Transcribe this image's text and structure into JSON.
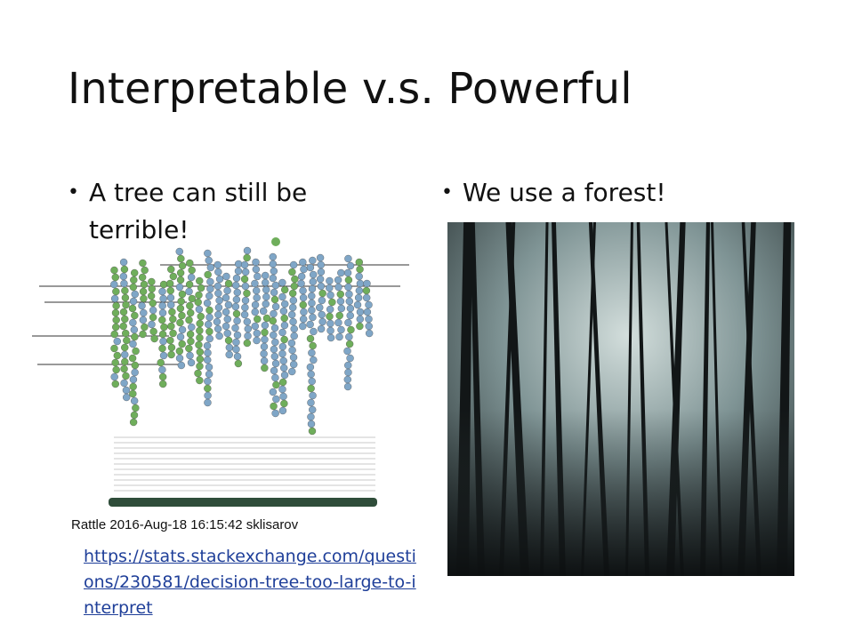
{
  "slide": {
    "title": "Interpretable v.s. Powerful",
    "left_bullet": "A tree can still be terrible!",
    "right_bullet": "We use a forest!",
    "tree_caption": "Rattle 2016-Aug-18 16:15:42 sklisarov",
    "link": "https://stats.stackexchange.com/questions/230581/decision-tree-too-large-to-interpret"
  },
  "colors": {
    "title": "#111111",
    "link": "#1f3f99",
    "node_green": "#6fae5b",
    "node_blue": "#7fa6c7",
    "forest_sky": "#b9c9c8",
    "forest_trunk": "#121617"
  }
}
